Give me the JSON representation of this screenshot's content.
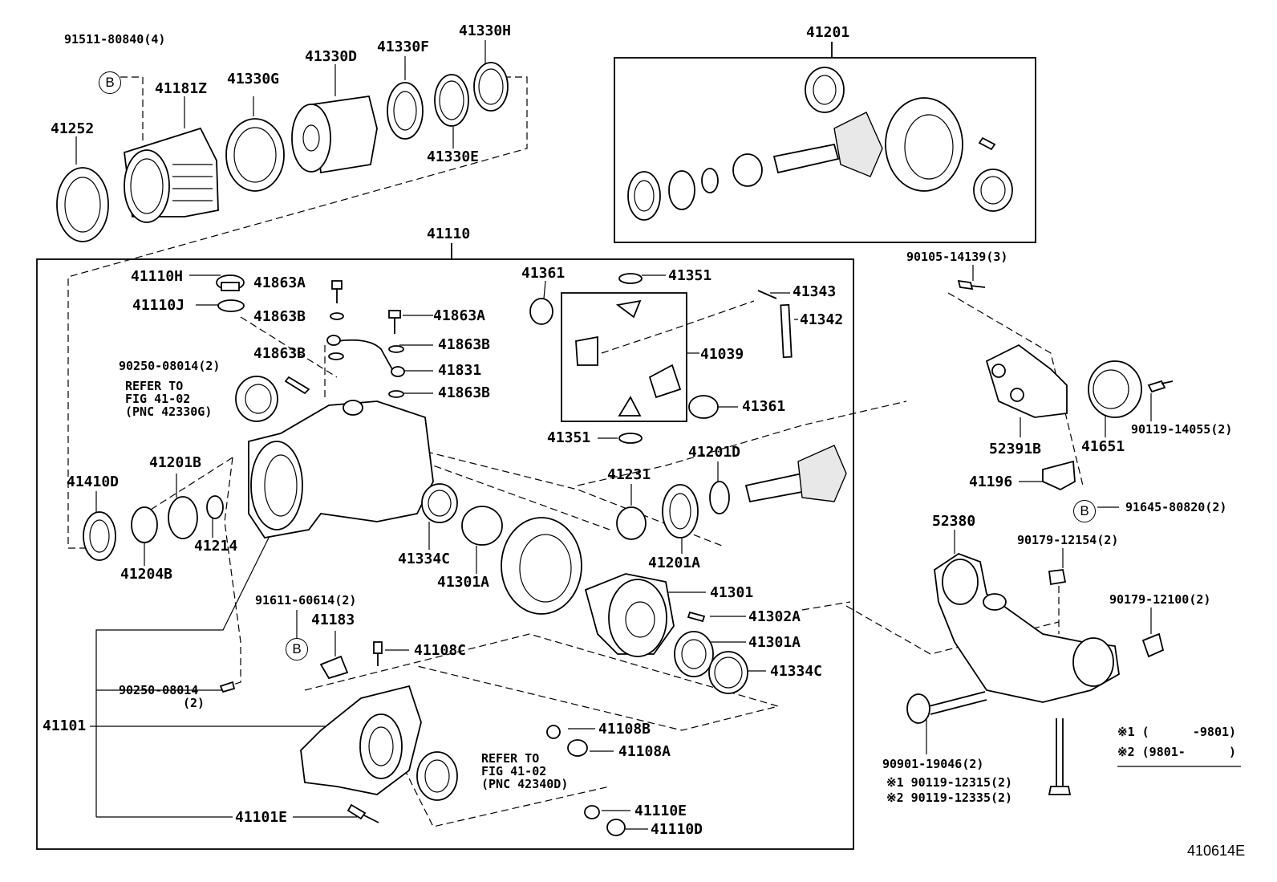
{
  "figure_code": "410614E",
  "groups": {
    "case_assembly": "41110",
    "gear_kit": "41201",
    "differential_case": "41039"
  },
  "callout_b": "B",
  "labels": {
    "p91511": "91511-80840(4)",
    "p41181z": "41181Z",
    "p41330d": "41330D",
    "p41330f": "41330F",
    "p41330h": "41330H",
    "p41330g": "41330G",
    "p41252": "41252",
    "p41330e": "41330E",
    "p41110h": "41110H",
    "p41110j": "41110J",
    "p41863a_1": "41863A",
    "p41863b_1": "41863B",
    "p41863a_2": "41863A",
    "p41863b_2": "41863B",
    "p41863b_3": "41863B",
    "p41831": "41831",
    "p41863b_4": "41863B",
    "p90250_1": "90250-08014(2)",
    "p41361_1": "41361",
    "p41351_1": "41351",
    "p41343": "41343",
    "p41342": "41342",
    "p41361_2": "41361",
    "p41351_2": "41351",
    "p41410d": "41410D",
    "p41201b": "41201B",
    "p41214": "41214",
    "p41204b": "41204B",
    "p41334c_1": "41334C",
    "p41301a_1": "41301A",
    "p41231": "41231",
    "p41201d": "41201D",
    "p41201a": "41201A",
    "p41301": "41301",
    "p41302a": "41302A",
    "p41301a_2": "41301A",
    "p41334c_2": "41334C",
    "p91611": "91611-60614(2)",
    "p41183": "41183",
    "p41108c": "41108C",
    "p90250_2": "90250-08014",
    "p90250_2q": "(2)",
    "p41101": "41101",
    "p41108b": "41108B",
    "p41108a": "41108A",
    "p41101e": "41101E",
    "p41110e": "41110E",
    "p41110d": "41110D",
    "p90105": "90105-14139(3)",
    "p52391b": "52391B",
    "p41651": "41651",
    "p90119_14055": "90119-14055(2)",
    "p41196": "41196",
    "p91645": "91645-80820(2)",
    "p52380": "52380",
    "p90179_12154": "90179-12154(2)",
    "p90179_12100": "90179-12100(2)",
    "p90901": "90901-19046(2)",
    "p90119_12315": "※1 90119-12315(2)",
    "p90119_12335": "※2 90119-12335(2)"
  },
  "notes": {
    "refer_1": "REFER TO\nFIG 41-02\n(PNC 42330G)",
    "refer_2": "REFER TO\nFIG 41-02\n(PNC 42340D)"
  },
  "legend": {
    "line1": "※1 (      -9801)",
    "line2": "※2 (9801-      )"
  }
}
